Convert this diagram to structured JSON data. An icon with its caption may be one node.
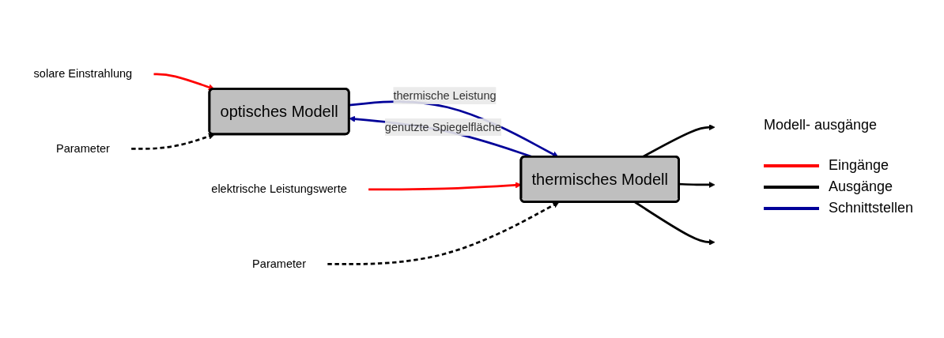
{
  "diagram": {
    "nodes": [
      {
        "text": [
          "optisches Modell"
        ]
      },
      {
        "text": [
          "thermisches Modell"
        ]
      },
      {
        "text": [
          "solare Einstrahlung"
        ]
      },
      {
        "text": [
          "Parameter"
        ]
      },
      {
        "text": [
          "elektrische Leistungswerte"
        ]
      },
      {
        "text": [
          "Parameter"
        ]
      }
    ],
    "edges": [
      {
        "from": 2,
        "to": 0,
        "arrow": "to",
        "color": "#ff0000"
      },
      {
        "from": 3,
        "to": 0,
        "arrow": "to",
        "style": "dashed"
      },
      {
        "from": 0,
        "to": 1,
        "arrow": "to",
        "label": "thermische Leistung",
        "color": "#000099"
      },
      {
        "from": 4,
        "to": 1,
        "arrow": "to",
        "color": "#ff0000"
      },
      {
        "from": 5,
        "to": 1,
        "arrow": "to",
        "style": "dashed"
      },
      {
        "from": 1,
        "to": null,
        "arrow": "to"
      },
      {
        "from": 1,
        "to": null,
        "arrow": "to"
      },
      {
        "from": 1,
        "to": null,
        "arrow": "to"
      },
      {
        "from": 1,
        "to": 0,
        "arrow": "to",
        "label": "genutzte Spiegelfläche",
        "color": "#000099"
      }
    ],
    "labels": [
      "Modell- ausgänge"
    ],
    "legend": [
      {
        "text": "Eingänge"
      },
      {
        "text": "Ausgänge"
      },
      {
        "text": "Schnittstellen"
      }
    ]
  }
}
